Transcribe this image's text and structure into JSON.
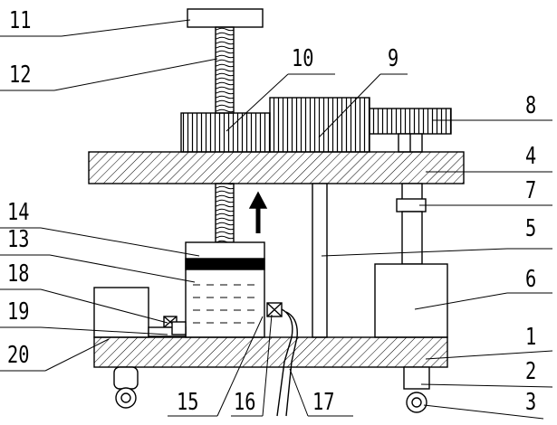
{
  "diagram": {
    "labels": {
      "n1": "1",
      "n2": "2",
      "n3": "3",
      "n4": "4",
      "n5": "5",
      "n6": "6",
      "n7": "7",
      "n8": "8",
      "n9": "9",
      "n10": "10",
      "n11": "11",
      "n12": "12",
      "n13": "13",
      "n14": "14",
      "n15": "15",
      "n16": "16",
      "n17": "17",
      "n18": "18",
      "n19": "19",
      "n20": "20"
    },
    "colors": {
      "stroke": "#000000",
      "background": "#ffffff"
    }
  }
}
